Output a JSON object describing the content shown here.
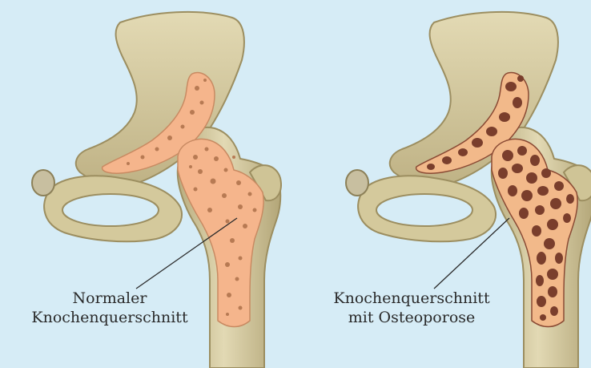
{
  "panels": [
    {
      "caption_lines": [
        "Normaler",
        "Knochenquerschnitt"
      ]
    },
    {
      "caption_lines": [
        "Knochenquerschnitt",
        "mit Osteoporose"
      ]
    }
  ],
  "colors": {
    "background": "#d6ecf6",
    "bone": "#d9cfa6",
    "bone_shadow": "#a89a6c",
    "healthy_marrow": "#f5b58c",
    "healthy_pores": "#b77a53",
    "osteoporotic_marrow": "#f2b98a",
    "osteoporotic_pores": "#7a3e2c"
  }
}
